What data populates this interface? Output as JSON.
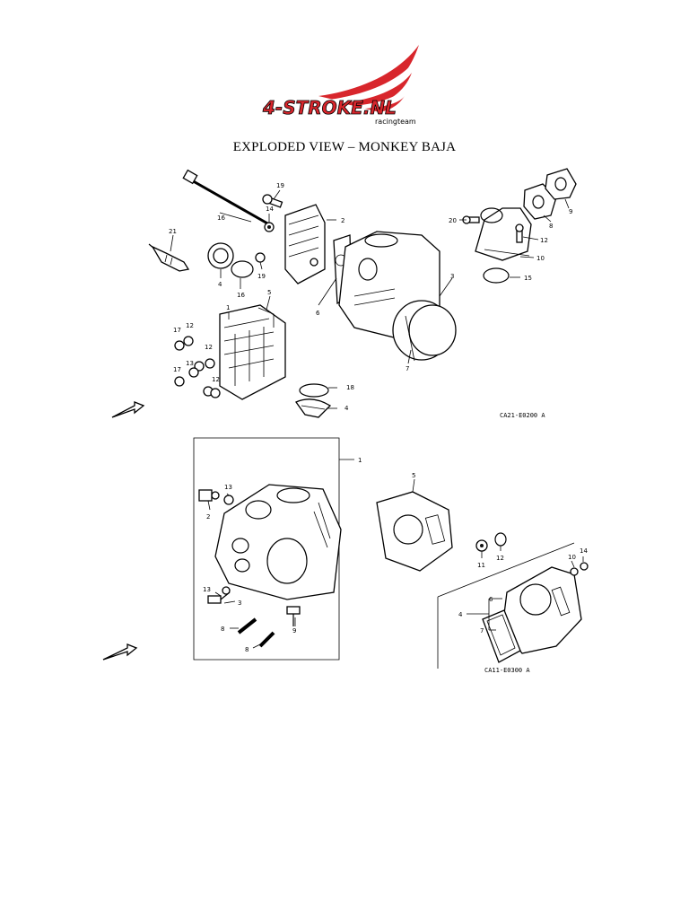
{
  "header": {
    "logo_text": "4-STROKE.NL",
    "logo_subtext": "racingteam",
    "brand_color": "#d8262c",
    "title": "EXPLODED VIEW – MONKEY BAJA"
  },
  "diagram_top": {
    "code": "CA21-E0200 A",
    "callouts": [
      {
        "id": "c19",
        "text": "19"
      },
      {
        "id": "c16a",
        "text": "16"
      },
      {
        "id": "c14",
        "text": "14"
      },
      {
        "id": "c2",
        "text": "2"
      },
      {
        "id": "c21",
        "text": "21"
      },
      {
        "id": "c4a",
        "text": "4"
      },
      {
        "id": "c16b",
        "text": "16"
      },
      {
        "id": "c19b",
        "text": "19"
      },
      {
        "id": "c5",
        "text": "5"
      },
      {
        "id": "c1",
        "text": "1"
      },
      {
        "id": "c6",
        "text": "6"
      },
      {
        "id": "c3",
        "text": "3"
      },
      {
        "id": "c12a",
        "text": "12"
      },
      {
        "id": "c17a",
        "text": "17"
      },
      {
        "id": "c12b",
        "text": "12"
      },
      {
        "id": "c13",
        "text": "13"
      },
      {
        "id": "c17b",
        "text": "17"
      },
      {
        "id": "c12c",
        "text": "12"
      },
      {
        "id": "c7",
        "text": "7"
      },
      {
        "id": "c18",
        "text": "18"
      },
      {
        "id": "c4b",
        "text": "4"
      },
      {
        "id": "c20",
        "text": "20"
      },
      {
        "id": "c8",
        "text": "8"
      },
      {
        "id": "c9",
        "text": "9"
      },
      {
        "id": "c12d",
        "text": "12"
      },
      {
        "id": "c10",
        "text": "10"
      },
      {
        "id": "c15",
        "text": "15"
      }
    ]
  },
  "diagram_bottom": {
    "code": "CA11-E0300 A",
    "callouts": [
      {
        "id": "b1",
        "text": "1"
      },
      {
        "id": "b13a",
        "text": "13"
      },
      {
        "id": "b2",
        "text": "2"
      },
      {
        "id": "b13b",
        "text": "13"
      },
      {
        "id": "b3",
        "text": "3"
      },
      {
        "id": "b8a",
        "text": "8"
      },
      {
        "id": "b8b",
        "text": "8"
      },
      {
        "id": "b9",
        "text": "9"
      },
      {
        "id": "b5",
        "text": "5"
      },
      {
        "id": "b11",
        "text": "11"
      },
      {
        "id": "b12",
        "text": "12"
      },
      {
        "id": "b10",
        "text": "10"
      },
      {
        "id": "b14",
        "text": "14"
      },
      {
        "id": "b6",
        "text": "6"
      },
      {
        "id": "b4",
        "text": "4"
      },
      {
        "id": "b7",
        "text": "7"
      }
    ]
  }
}
